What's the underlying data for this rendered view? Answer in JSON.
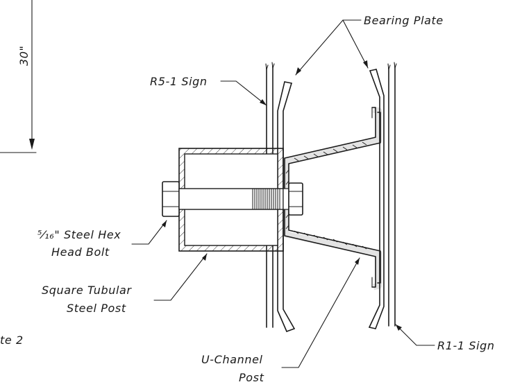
{
  "labels": {
    "dimension": "30\"",
    "bearing_plate": "Bearing Plate",
    "r5_sign": "R5-1 Sign",
    "bolt_line1": "⁵⁄₁₆\" Steel Hex",
    "bolt_line2": "Head Bolt",
    "post_line1": "Square Tubular",
    "post_line2": "Steel Post",
    "note_fragment": "te 2",
    "uchannel_line1": "U-Channel",
    "uchannel_line2": "Post",
    "r1_sign": "R1-1 Sign"
  }
}
